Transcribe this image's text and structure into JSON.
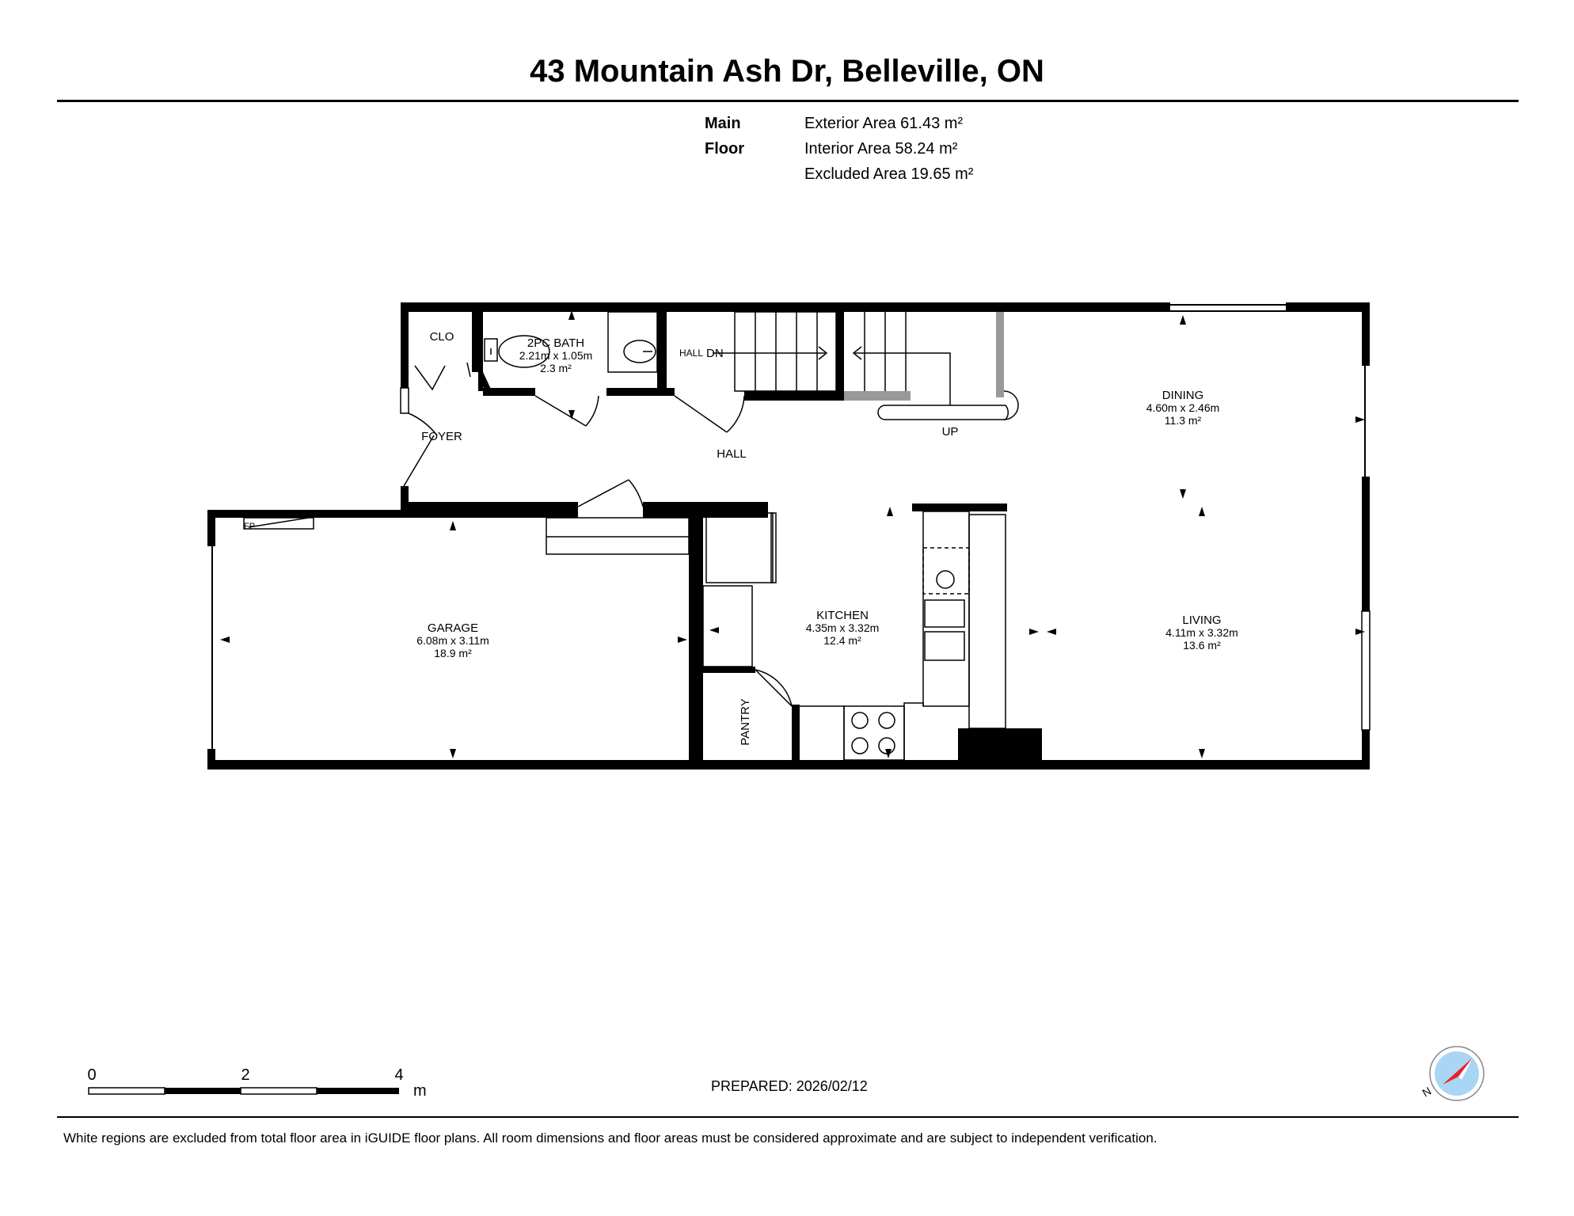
{
  "header": {
    "title": "43 Mountain Ash Dr, Belleville, ON"
  },
  "floor": {
    "label": "Main Floor",
    "areas": [
      "Exterior Area 61.43 m²",
      "Interior Area 58.24 m²",
      "Excluded Area 19.65 m²"
    ]
  },
  "rooms": {
    "clo": {
      "name": "CLO"
    },
    "bath": {
      "name": "2PC BATH",
      "dims": "2.21m x 1.05m",
      "area": "2.3 m²"
    },
    "hall_dn": {
      "name": "HALL",
      "extra": "DN"
    },
    "foyer": {
      "name": "FOYER"
    },
    "hall": {
      "name": "HALL"
    },
    "up": {
      "name": "UP"
    },
    "dining": {
      "name": "DINING",
      "dims": "4.60m x 2.46m",
      "area": "11.3 m²"
    },
    "fp": {
      "name": "FP"
    },
    "garage": {
      "name": "GARAGE",
      "dims": "6.08m x 3.11m",
      "area": "18.9 m²"
    },
    "kitchen": {
      "name": "KITCHEN",
      "dims": "4.35m x 3.32m",
      "area": "12.4 m²"
    },
    "living": {
      "name": "LIVING",
      "dims": "4.11m x 3.32m",
      "area": "13.6 m²"
    },
    "pantry": {
      "name": "PANTRY"
    }
  },
  "scale_bar": {
    "ticks": [
      "0",
      "2",
      "4"
    ],
    "unit": "m"
  },
  "compass": {
    "north_label": "N",
    "accent": "#e8202a",
    "dial": "#a9d6f5"
  },
  "prepared": "PREPARED: 2026/02/12",
  "footer": {
    "disclaimer": "White regions are excluded from total floor area in iGUIDE floor plans. All room dimensions and floor areas must be considered approximate and are subject to independent verification."
  }
}
